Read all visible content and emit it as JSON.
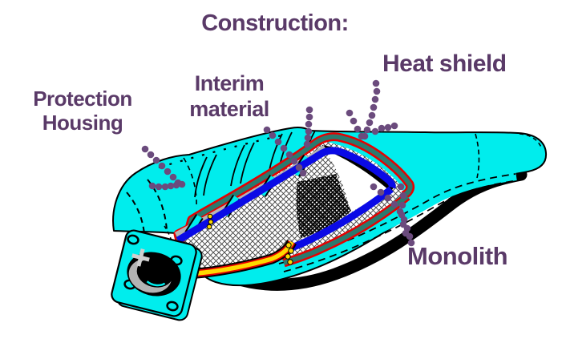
{
  "title": "Construction:",
  "labels": {
    "protection_housing": {
      "line1": "Protection",
      "line2": "Housing"
    },
    "interim_material": {
      "line1": "Interim",
      "line2": "material"
    },
    "heat_shield": {
      "text": "Heat shield"
    },
    "monolith": {
      "text": "Monolith"
    }
  },
  "illustration": {
    "subject": "catalytic converter cutaway",
    "parts_pointed_to": [
      "Protection Housing",
      "Interim material",
      "Heat shield",
      "Monolith"
    ]
  },
  "colors": {
    "background": "#FFFFFF",
    "label_text": "#5A3A68",
    "leader_dots": "#6B4B7D",
    "housing_cyan": "#00EDED",
    "heat_shield_teal": "#2B7A6E",
    "interim_material_gray": "#B5B5B5",
    "monolith_edge_blue": "#0A0AE6",
    "seal_red": "#E60000",
    "wire_yellow": "#FFD900",
    "outline_black": "#000000"
  }
}
